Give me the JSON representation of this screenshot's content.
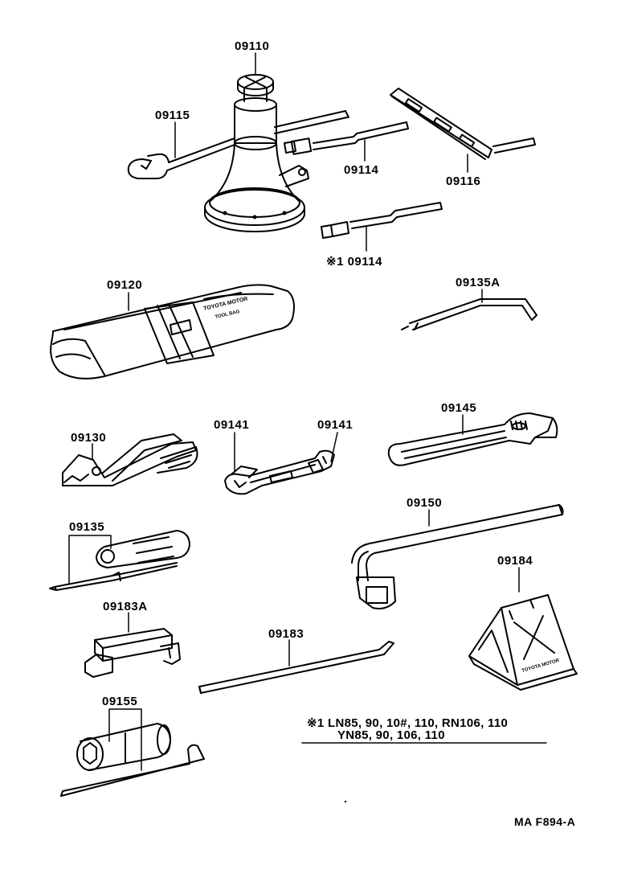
{
  "labels": {
    "jack": "09110",
    "jack_handle_hook": "09115",
    "jack_handle_ext": "09114",
    "jack_handle_ext_alt": "※1 09114",
    "lever_bar": "09116",
    "tool_bag": "09120",
    "screwdriver_bent": "09135A",
    "pliers": "09130",
    "wrench_left": "09141",
    "wrench_right": "09141",
    "adjustable_wrench": "09145",
    "screwdriver": "09135",
    "wheel_wrench": "09150",
    "wheel_chock": "09184",
    "handle_block": "09183A",
    "tire_lever": "09183",
    "plug_wrench": "09155"
  },
  "bag_text": {
    "line1": "TOYOTA MOTOR",
    "line2": "TOOL BAG"
  },
  "chock_text": "TOYOTA MOTOR",
  "note": {
    "line1": "※1  LN85, 90, 10#, 110, RN106, 110",
    "line2": "YN85, 90, 106, 110"
  },
  "figure_code": "MA F894-A"
}
